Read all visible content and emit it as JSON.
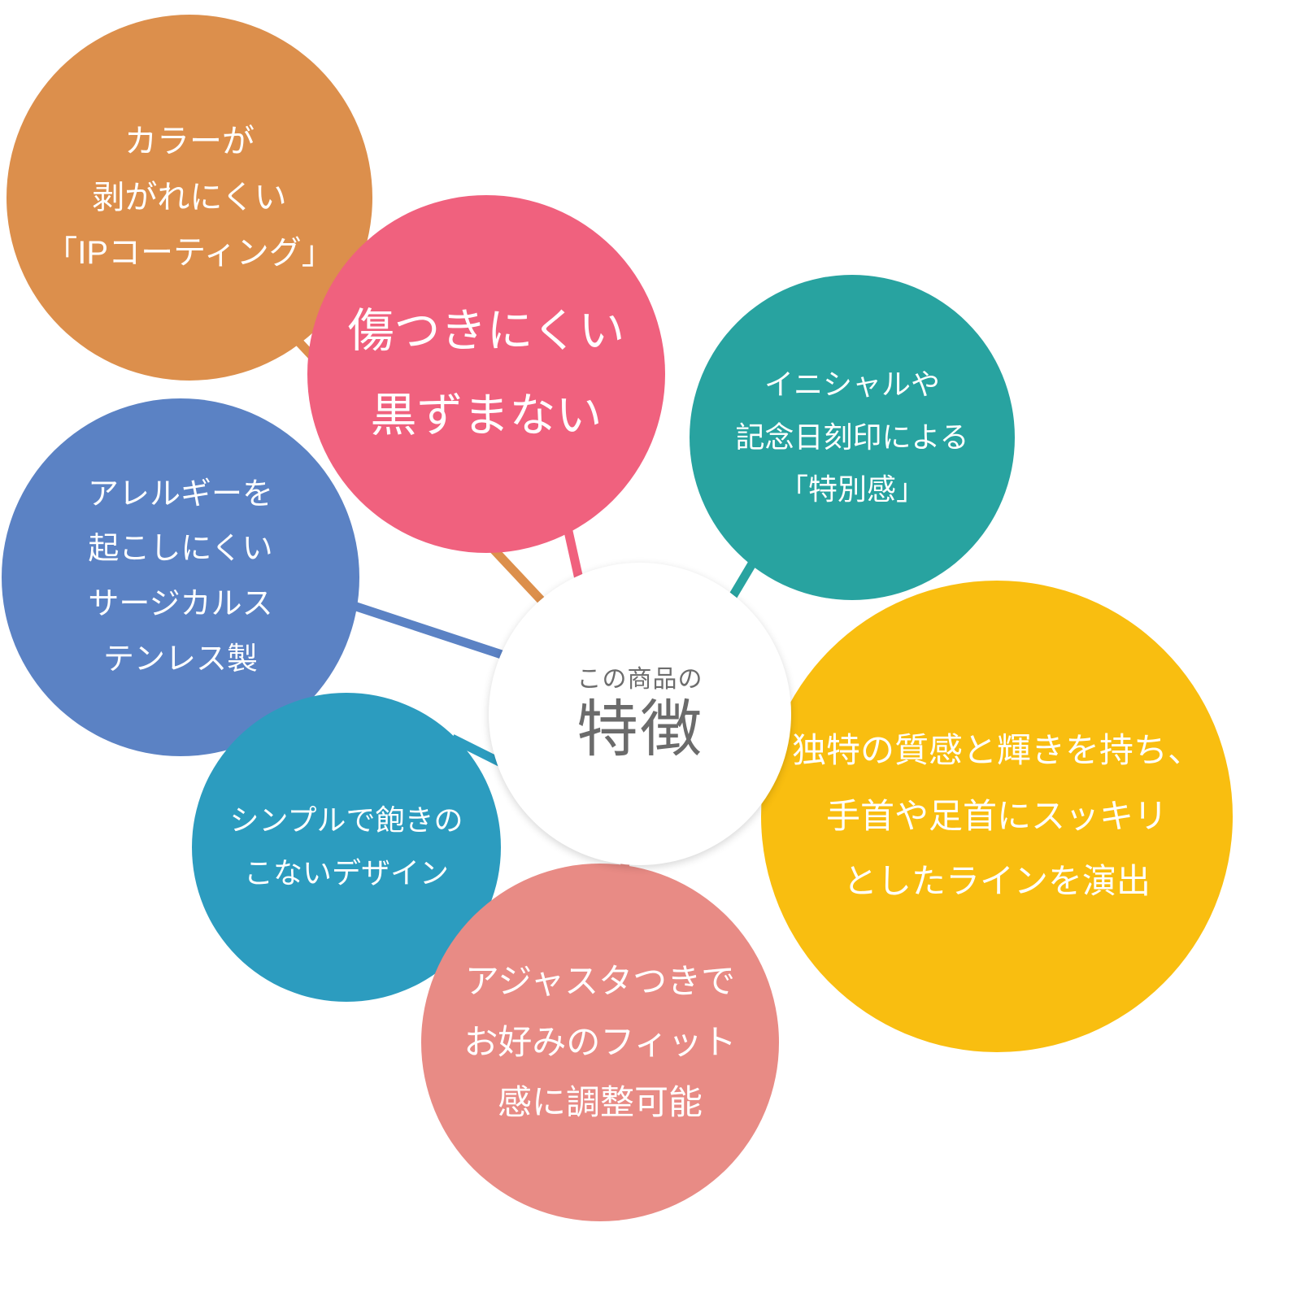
{
  "diagram": {
    "title_small": "この商品の",
    "title_big": "特徴",
    "hub_color": "#ffffff",
    "background_color": "#ffffff"
  },
  "bubbles": [
    {
      "key": "orange",
      "name": "ip-coating",
      "color": "#dc8f4c",
      "lines": [
        "カラーが",
        "剥がれにくい",
        "「IPコーティング」"
      ]
    },
    {
      "key": "pink",
      "name": "scratch-resistant",
      "color": "#f0617e",
      "lines": [
        "傷つきにくい",
        "黒ずまない"
      ]
    },
    {
      "key": "teal",
      "name": "engraving-special",
      "color": "#28a3a0",
      "lines": [
        "イニシャルや",
        "記念日刻印による",
        "「特別感」"
      ]
    },
    {
      "key": "blue",
      "name": "surgical-stainless",
      "color": "#5b82c4",
      "lines": [
        "アレルギーを",
        "起こしにくい",
        "サージカルス",
        "テンレス製"
      ]
    },
    {
      "key": "cyan",
      "name": "simple-design",
      "color": "#2c9cbf",
      "lines": [
        "シンプルで飽きの",
        "こないデザイン"
      ]
    },
    {
      "key": "salmon",
      "name": "adjuster-fit",
      "color": "#e88b85",
      "lines": [
        "アジャスタつきで",
        "お好みのフィット",
        "感に調整可能"
      ]
    },
    {
      "key": "yellow",
      "name": "texture-shine",
      "color": "#f9be10",
      "lines": [
        "独特の質感と輝きを持ち、",
        "手首や足首にスッキリ",
        "としたラインを演出"
      ]
    }
  ],
  "connectors": [
    {
      "name": "connector-orange",
      "color": "#dc8f4c"
    },
    {
      "name": "connector-pink",
      "color": "#f0617e"
    },
    {
      "name": "connector-teal",
      "color": "#28a3a0"
    },
    {
      "name": "connector-blue",
      "color": "#5b82c4"
    },
    {
      "name": "connector-cyan",
      "color": "#2c9cbf"
    },
    {
      "name": "connector-salmon",
      "color": "#e88b85"
    },
    {
      "name": "connector-yellow",
      "color": "#f9be10"
    }
  ]
}
